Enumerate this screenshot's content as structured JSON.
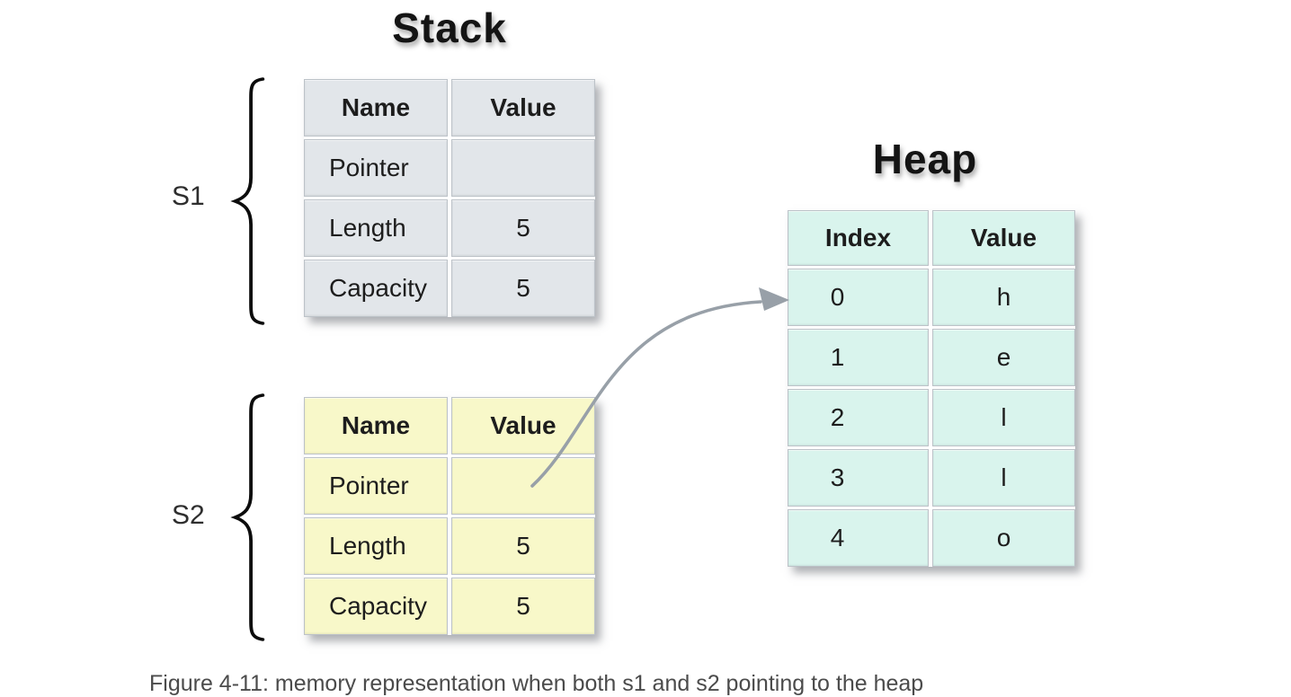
{
  "diagram": {
    "stack_title": "Stack",
    "heap_title": "Heap",
    "caption": "Figure 4-11: memory representation when both s1 and s2 pointing to the heap"
  },
  "s1": {
    "label": "S1",
    "headers": [
      "Name",
      "Value"
    ],
    "rows": [
      [
        "Pointer",
        ""
      ],
      [
        "Length",
        "5"
      ],
      [
        "Capacity",
        "5"
      ]
    ]
  },
  "s2": {
    "label": "S2",
    "headers": [
      "Name",
      "Value"
    ],
    "rows": [
      [
        "Pointer",
        ""
      ],
      [
        "Length",
        "5"
      ],
      [
        "Capacity",
        "5"
      ]
    ]
  },
  "heap": {
    "headers": [
      "Index",
      "Value"
    ],
    "rows": [
      [
        "0",
        "h"
      ],
      [
        "1",
        "e"
      ],
      [
        "2",
        "l"
      ],
      [
        "3",
        "l"
      ],
      [
        "4",
        "o"
      ]
    ]
  },
  "colors": {
    "s1_cell": "#e2e6ea",
    "s2_cell": "#f8f8c9",
    "heap_cell": "#d9f4ed",
    "cell_border": "#bcc2c8",
    "arrow": "#98a0a8",
    "title_text": "#141414"
  }
}
